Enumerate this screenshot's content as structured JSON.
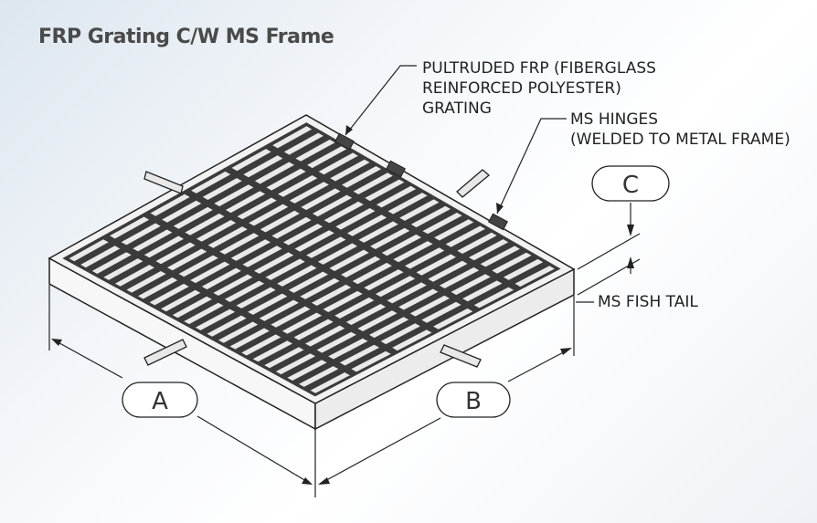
{
  "title": "FRP Grating C/W MS Frame",
  "callouts": {
    "grating": [
      "PULTRUDED FRP (FIBERGLASS",
      "REINFORCED POLYESTER)",
      "GRATING"
    ],
    "hinges": [
      "MS HINGES",
      "(WELDED TO METAL FRAME)"
    ],
    "fish_tail": "MS FISH TAIL"
  },
  "dimensions": {
    "a": "A",
    "b": "B",
    "c": "C"
  },
  "colors": {
    "grating": "#3b3b3b",
    "frame": "#f2f2f2",
    "line": "#222222"
  }
}
